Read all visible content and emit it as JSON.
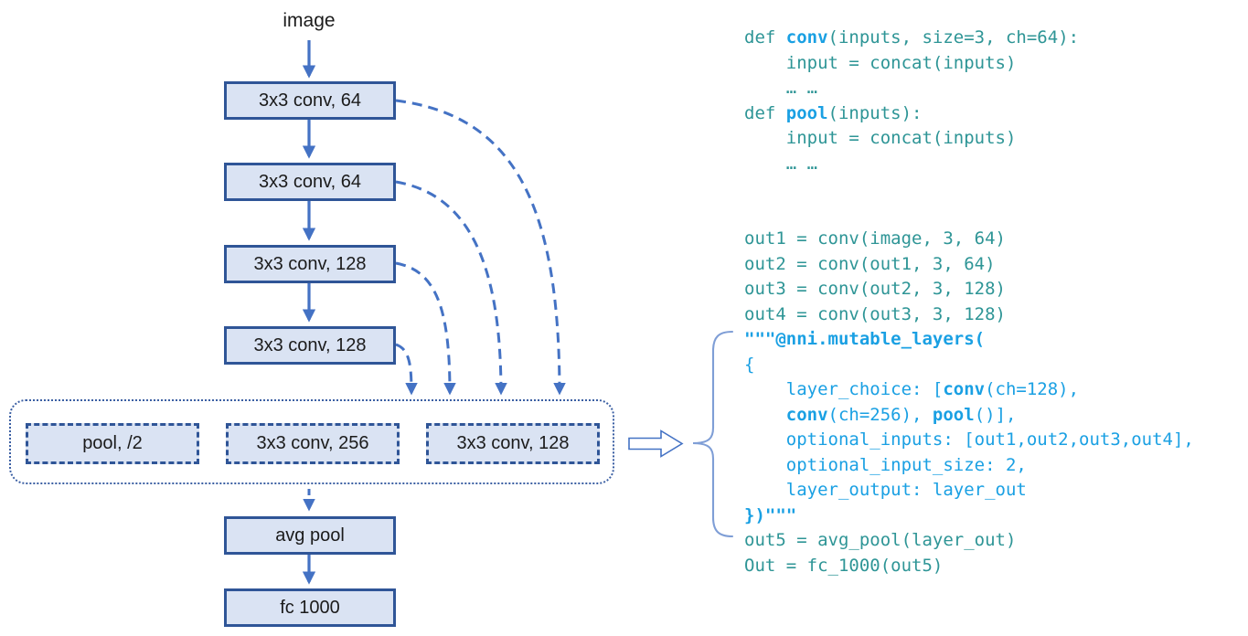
{
  "figure": {
    "input_label": "image",
    "backbone_layers": [
      "3x3 conv, 64",
      "3x3 conv, 64",
      "3x3 conv, 128",
      "3x3 conv, 128"
    ],
    "mutable_block": {
      "choices": [
        "pool, /2",
        "3x3 conv, 256",
        "3x3 conv, 128"
      ]
    },
    "tail_layers": [
      "avg pool",
      "fc 1000"
    ]
  },
  "code": {
    "lines": [
      [
        [
          "t",
          "def "
        ],
        [
          "bb",
          "conv"
        ],
        [
          "t",
          "(inputs, size=3, ch=64):"
        ]
      ],
      [
        [
          "t",
          "    input = concat(inputs)"
        ]
      ],
      [
        [
          "t",
          "    … …"
        ]
      ],
      [
        [
          "t",
          "def "
        ],
        [
          "bb",
          "pool"
        ],
        [
          "t",
          "(inputs):"
        ]
      ],
      [
        [
          "t",
          "    input = concat(inputs)"
        ]
      ],
      [
        [
          "t",
          "    … …"
        ]
      ],
      [],
      [],
      [
        [
          "t",
          "out1 = conv(image, 3, 64)"
        ]
      ],
      [
        [
          "t",
          "out2 = conv(out1, 3, 64)"
        ]
      ],
      [
        [
          "t",
          "out3 = conv(out2, 3, 128)"
        ]
      ],
      [
        [
          "t",
          "out4 = conv(out3, 3, 128)"
        ]
      ],
      [
        [
          "bb",
          "\"\"\"@nni.mutable_layers("
        ]
      ],
      [
        [
          "b",
          "{"
        ]
      ],
      [
        [
          "b",
          "    layer_choice: ["
        ],
        [
          "bb",
          "conv"
        ],
        [
          "b",
          "(ch=128),"
        ]
      ],
      [
        [
          "b",
          "    "
        ],
        [
          "bb",
          "conv"
        ],
        [
          "b",
          "(ch=256), "
        ],
        [
          "bb",
          "pool"
        ],
        [
          "b",
          "()],"
        ]
      ],
      [
        [
          "b",
          "    optional_inputs: [out1,out2,out3,out4],"
        ]
      ],
      [
        [
          "b",
          "    optional_input_size: 2,"
        ]
      ],
      [
        [
          "b",
          "    layer_output: layer_out"
        ]
      ],
      [
        [
          "bb",
          "})\"\"\""
        ]
      ],
      [
        [
          "t",
          "out5 = avg_pool(layer_out)"
        ]
      ],
      [
        [
          "t",
          "Out = fc_1000(out5)"
        ]
      ]
    ]
  },
  "colors": {
    "box-fill": "#dae3f3",
    "box-border": "#2f5597",
    "arrow": "#4472c4",
    "code-teal": "#2e9596",
    "code-blue": "#1aa0e3",
    "brace": "#7f9ed6",
    "ink": "#1b1b1b"
  }
}
